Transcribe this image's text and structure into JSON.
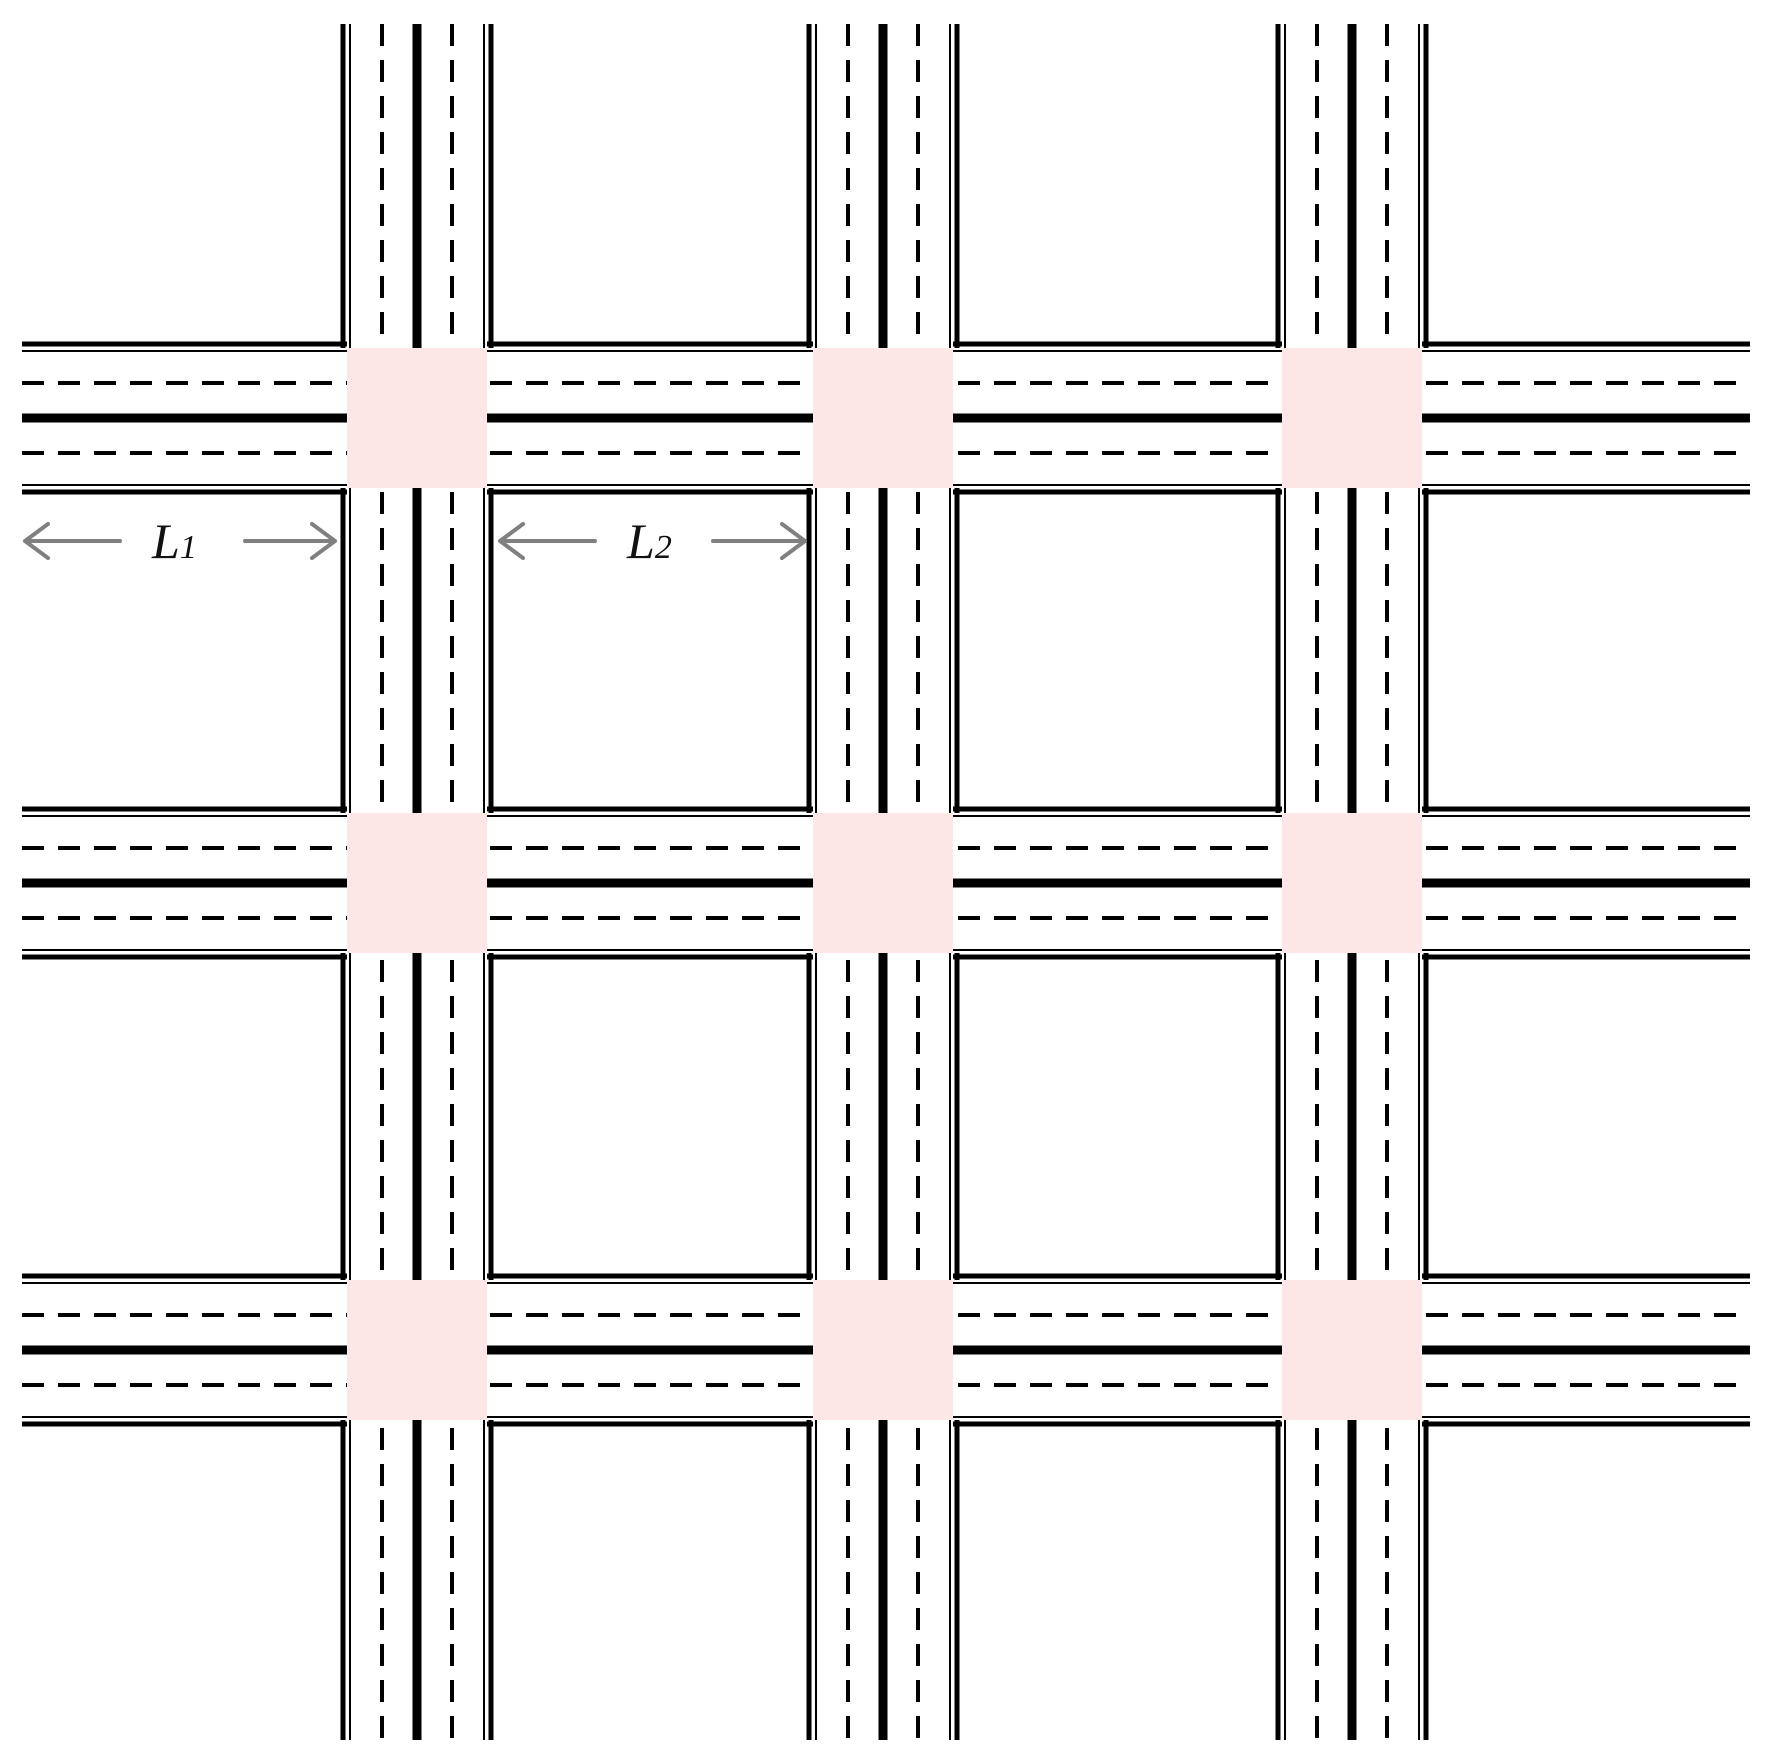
{
  "diagram": {
    "type": "road-grid",
    "streets_horizontal": 3,
    "streets_vertical": 3,
    "intersections": 9,
    "intersection_color": "#fce6e6",
    "line_color": "#000000",
    "dimension_color": "#808080"
  },
  "labels": {
    "l1": {
      "main": "L",
      "sub": "1"
    },
    "l2": {
      "main": "L",
      "sub": "2"
    }
  }
}
